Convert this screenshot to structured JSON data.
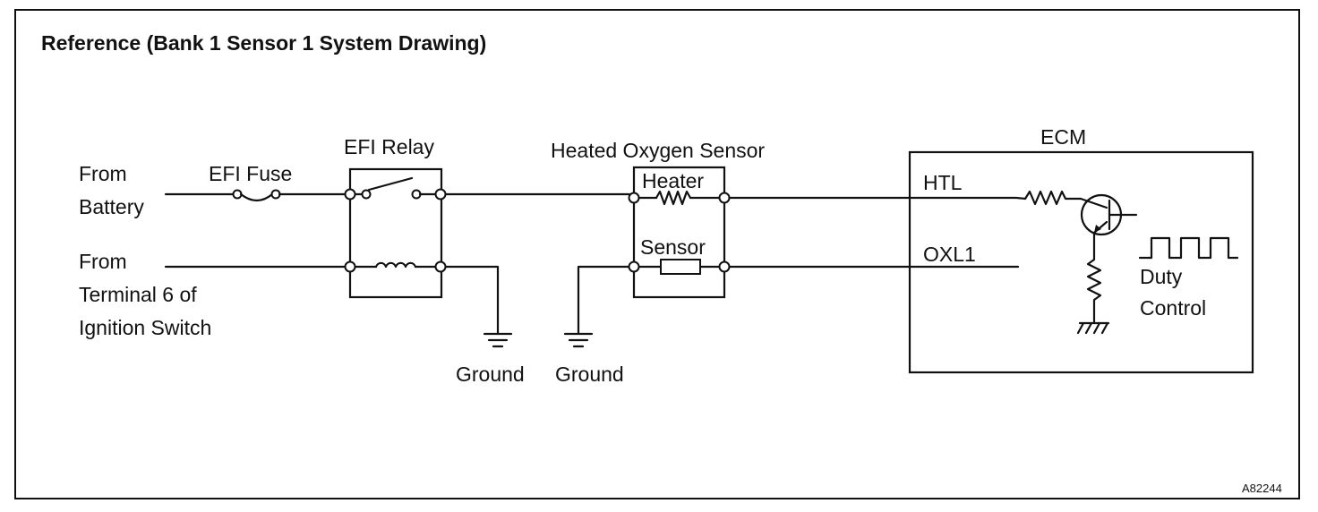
{
  "title": "Reference (Bank 1 Sensor 1 System Drawing)",
  "code": "A82244",
  "inputs": {
    "battery": [
      "From",
      "Battery"
    ],
    "ignition": [
      "From",
      "Terminal 6 of",
      "Ignition Switch"
    ]
  },
  "fuse": {
    "label": "EFI Fuse"
  },
  "relay": {
    "label": "EFI Relay"
  },
  "sensor_block": {
    "label": "Heated Oxygen Sensor",
    "heater": "Heater",
    "sensor": "Sensor"
  },
  "grounds": [
    "Ground",
    "Ground"
  ],
  "ecm": {
    "label": "ECM",
    "htl": "HTL",
    "oxl1": "OXL1",
    "duty": [
      "Duty",
      "Control"
    ]
  }
}
